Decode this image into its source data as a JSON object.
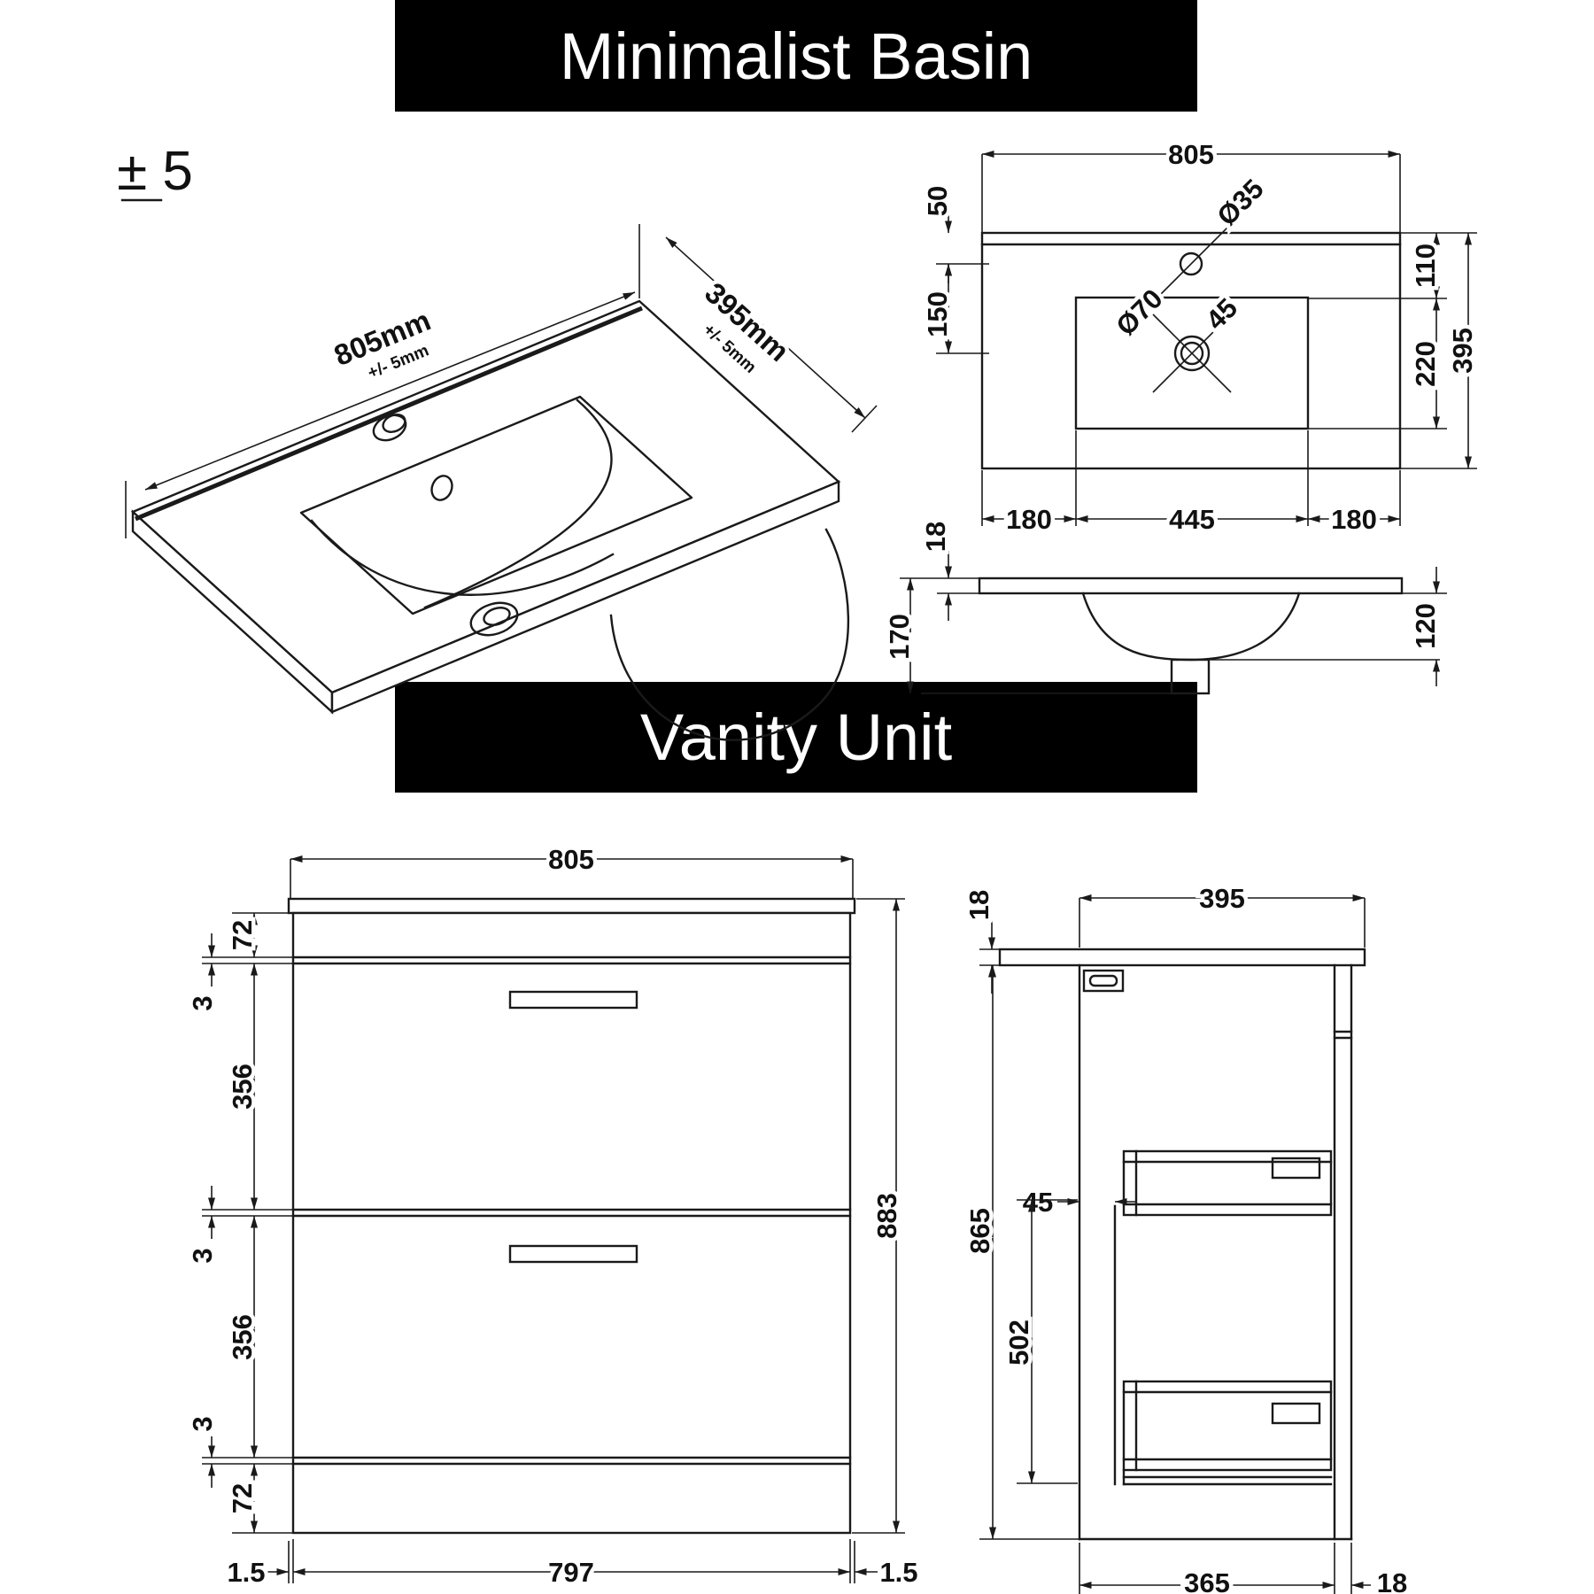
{
  "banners": {
    "basin": "Minimalist Basin",
    "vanity": "Vanity Unit"
  },
  "tolerance_note": "± 5",
  "basin_3d": {
    "width": "805mm",
    "width_tol": "+/- 5mm",
    "depth": "395mm",
    "depth_tol": "+/- 5mm"
  },
  "basin_plan": {
    "width": "805",
    "back_to_tap": "50",
    "tap_to_waste": "150",
    "tap_hole": "Ø35",
    "waste_hole": "Ø70",
    "waste_size": "45",
    "back_to_bowl": "110",
    "bowl_depth": "220",
    "depth": "395",
    "bottom_left": "180",
    "bowl_width": "445",
    "bottom_right": "180"
  },
  "basin_section": {
    "thickness": "18",
    "height": "170",
    "bowl_height": "120"
  },
  "vanity_front": {
    "width": "805",
    "top_panel": "72",
    "gap1": "3",
    "drawer1": "356",
    "gap2": "3",
    "drawer2": "356",
    "gap3": "3",
    "plinth": "72",
    "height": "883",
    "edge_left": "1.5",
    "carcass_width": "797",
    "edge_right": "1.5"
  },
  "vanity_side": {
    "top_thickness": "18",
    "depth": "395",
    "drawer_recess": "45",
    "height": "865",
    "drawer_zone": "502",
    "carcass_depth": "365",
    "back_panel": "18"
  }
}
